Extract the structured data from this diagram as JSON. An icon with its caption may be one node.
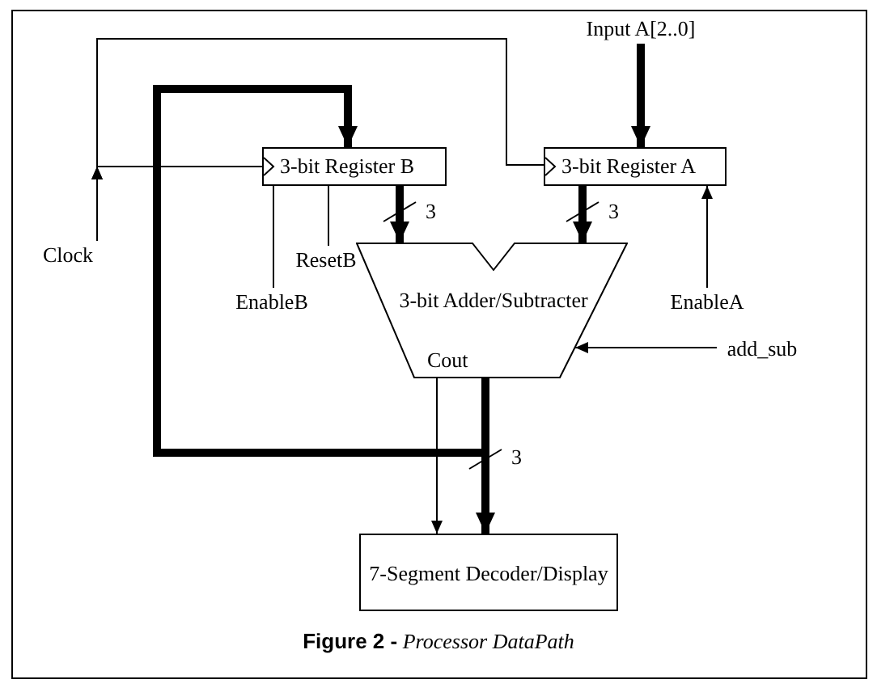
{
  "diagram": {
    "caption": "**Figure 2 -** *Processor DataPath*",
    "nodes": [
      {
        "text": [
          "Input A[2..0]"
        ]
      },
      {
        "text": [
          "3-bit Register B"
        ]
      },
      {
        "text": [
          "3-bit Register A"
        ]
      },
      {
        "text": [
          "Clock"
        ]
      },
      {
        "text": [
          "ResetB"
        ]
      },
      {
        "text": [
          "EnableB"
        ]
      },
      {
        "text": [
          "3-bit Adder/Subtracter",
          "Cout"
        ]
      },
      {
        "text": [
          "EnableA"
        ]
      },
      {
        "text": [
          "add_sub"
        ]
      },
      {
        "text": [
          "7-Segment Decoder/Display"
        ]
      }
    ],
    "edges": [
      {
        "from": 3,
        "to": 1,
        "arrow": "to"
      },
      {
        "from": 3,
        "to": 2,
        "arrow": "to"
      },
      {
        "from": 0,
        "to": 2,
        "arrow": "to",
        "style": "thick"
      },
      {
        "from": 7,
        "to": 2,
        "arrow": "to"
      },
      {
        "from": 5,
        "to": 1,
        "arrow": "none"
      },
      {
        "from": 4,
        "to": 1,
        "arrow": "none"
      },
      {
        "from": 1,
        "to": 6,
        "arrow": "to",
        "style": "thick",
        "label": "3"
      },
      {
        "from": 2,
        "to": 6,
        "arrow": "to",
        "style": "thick",
        "label": "3"
      },
      {
        "from": 8,
        "to": 6,
        "arrow": "to"
      },
      {
        "from": 6,
        "to": 9,
        "arrow": "to",
        "style": "thick",
        "label": "3"
      },
      {
        "from": 6,
        "to": 9,
        "arrow": "to"
      },
      {
        "from": 6,
        "to": 1,
        "arrow": "to",
        "style": "thick"
      }
    ]
  }
}
